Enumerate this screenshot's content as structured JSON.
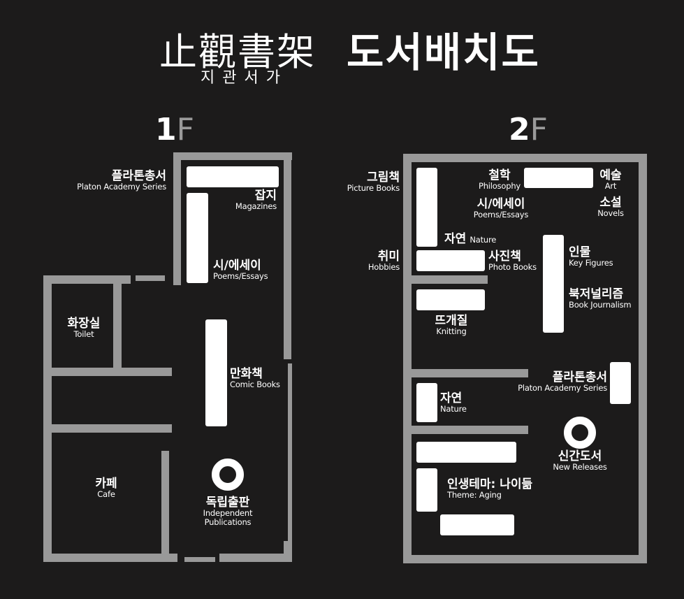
{
  "title": {
    "hanja": "止觀書架",
    "korean": "도서배치도",
    "reading": "지관서가"
  },
  "floors": [
    {
      "number": "1",
      "suffix": "F"
    },
    {
      "number": "2",
      "suffix": "F"
    }
  ],
  "floor1": {
    "platon": {
      "ko": "플라톤총서",
      "en": "Platon Academy Series"
    },
    "magazines": {
      "ko": "잡지",
      "en": "Magazines"
    },
    "poems": {
      "ko": "시/에세이",
      "en": "Poems/Essays"
    },
    "toilet": {
      "ko": "화장실",
      "en": "Toilet"
    },
    "comics": {
      "ko": "만화책",
      "en": "Comic Books"
    },
    "cafe": {
      "ko": "카페",
      "en": "Cafe"
    },
    "independent": {
      "ko": "독립출판",
      "en1": "Independent",
      "en2": "Publications"
    }
  },
  "floor2": {
    "picture": {
      "ko": "그림책",
      "en": "Picture Books"
    },
    "philosophy": {
      "ko": "철학",
      "en": "Philosophy"
    },
    "art": {
      "ko": "예술",
      "en": "Art"
    },
    "poems": {
      "ko": "시/에세이",
      "en": "Poems/Essays"
    },
    "novels": {
      "ko": "소설",
      "en": "Novels"
    },
    "nature_top": {
      "ko": "자연",
      "en": "Nature"
    },
    "hobbies": {
      "ko": "취미",
      "en": "Hobbies"
    },
    "photo": {
      "ko": "사진책",
      "en": "Photo Books"
    },
    "figures": {
      "ko": "인물",
      "en": "Key Figures"
    },
    "journalism": {
      "ko": "북저널리즘",
      "en": "Book Journalism"
    },
    "knitting": {
      "ko": "뜨개질",
      "en": "Knitting"
    },
    "platon": {
      "ko": "플라톤총서",
      "en": "Platon Academy Series"
    },
    "nature_bottom": {
      "ko": "자연",
      "en": "Nature"
    },
    "new_releases": {
      "ko": "신간도서",
      "en": "New Releases"
    },
    "theme": {
      "ko": "인생테마: 나이듦",
      "en": "Theme: Aging"
    }
  }
}
